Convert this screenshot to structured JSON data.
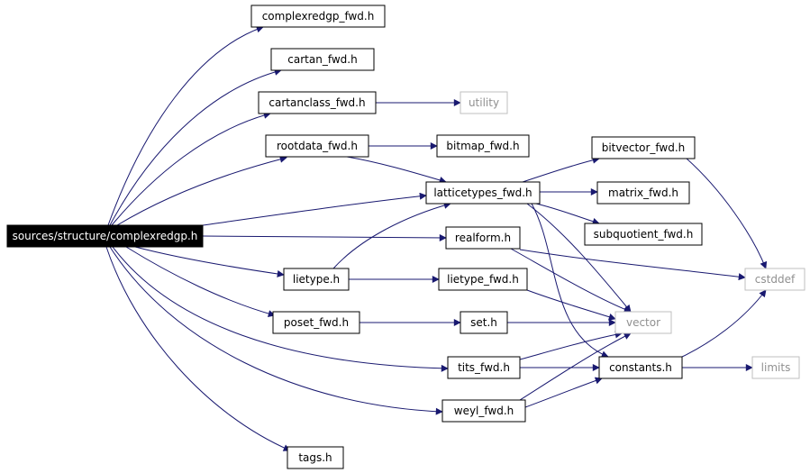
{
  "graph": {
    "root": "sources/structure/complexredgp.h",
    "nodes": [
      {
        "id": "complexredgp",
        "label": "sources/structure/complexredgp.h",
        "kind": "root"
      },
      {
        "id": "complexredgp_fwd",
        "label": "complexredgp_fwd.h",
        "kind": "file"
      },
      {
        "id": "cartan_fwd",
        "label": "cartan_fwd.h",
        "kind": "file"
      },
      {
        "id": "cartanclass_fwd",
        "label": "cartanclass_fwd.h",
        "kind": "file"
      },
      {
        "id": "utility",
        "label": "utility",
        "kind": "external"
      },
      {
        "id": "rootdata_fwd",
        "label": "rootdata_fwd.h",
        "kind": "file"
      },
      {
        "id": "bitmap_fwd",
        "label": "bitmap_fwd.h",
        "kind": "file"
      },
      {
        "id": "bitvector_fwd",
        "label": "bitvector_fwd.h",
        "kind": "file"
      },
      {
        "id": "latticetypes_fwd",
        "label": "latticetypes_fwd.h",
        "kind": "file"
      },
      {
        "id": "matrix_fwd",
        "label": "matrix_fwd.h",
        "kind": "file"
      },
      {
        "id": "subquotient_fwd",
        "label": "subquotient_fwd.h",
        "kind": "file"
      },
      {
        "id": "realform",
        "label": "realform.h",
        "kind": "file"
      },
      {
        "id": "cstddef",
        "label": "cstddef",
        "kind": "external"
      },
      {
        "id": "lietype",
        "label": "lietype.h",
        "kind": "file"
      },
      {
        "id": "lietype_fwd",
        "label": "lietype_fwd.h",
        "kind": "file"
      },
      {
        "id": "poset_fwd",
        "label": "poset_fwd.h",
        "kind": "file"
      },
      {
        "id": "set",
        "label": "set.h",
        "kind": "file"
      },
      {
        "id": "vector",
        "label": "vector",
        "kind": "external"
      },
      {
        "id": "tits_fwd",
        "label": "tits_fwd.h",
        "kind": "file"
      },
      {
        "id": "constants",
        "label": "constants.h",
        "kind": "file"
      },
      {
        "id": "limits",
        "label": "limits",
        "kind": "external"
      },
      {
        "id": "weyl_fwd",
        "label": "weyl_fwd.h",
        "kind": "file"
      },
      {
        "id": "tags",
        "label": "tags.h",
        "kind": "file"
      }
    ],
    "edges": [
      {
        "from": "complexredgp",
        "to": "complexredgp_fwd"
      },
      {
        "from": "complexredgp",
        "to": "cartan_fwd"
      },
      {
        "from": "complexredgp",
        "to": "cartanclass_fwd"
      },
      {
        "from": "complexredgp",
        "to": "rootdata_fwd"
      },
      {
        "from": "complexredgp",
        "to": "latticetypes_fwd"
      },
      {
        "from": "complexredgp",
        "to": "realform"
      },
      {
        "from": "complexredgp",
        "to": "lietype"
      },
      {
        "from": "complexredgp",
        "to": "poset_fwd"
      },
      {
        "from": "complexredgp",
        "to": "tits_fwd"
      },
      {
        "from": "complexredgp",
        "to": "weyl_fwd"
      },
      {
        "from": "complexredgp",
        "to": "tags"
      },
      {
        "from": "cartanclass_fwd",
        "to": "utility"
      },
      {
        "from": "rootdata_fwd",
        "to": "bitmap_fwd"
      },
      {
        "from": "rootdata_fwd",
        "to": "latticetypes_fwd"
      },
      {
        "from": "latticetypes_fwd",
        "to": "bitvector_fwd"
      },
      {
        "from": "latticetypes_fwd",
        "to": "matrix_fwd"
      },
      {
        "from": "latticetypes_fwd",
        "to": "subquotient_fwd"
      },
      {
        "from": "latticetypes_fwd",
        "to": "vector"
      },
      {
        "from": "latticetypes_fwd",
        "to": "constants"
      },
      {
        "from": "bitvector_fwd",
        "to": "cstddef"
      },
      {
        "from": "realform",
        "to": "cstddef"
      },
      {
        "from": "realform",
        "to": "vector"
      },
      {
        "from": "lietype",
        "to": "latticetypes_fwd"
      },
      {
        "from": "lietype",
        "to": "lietype_fwd"
      },
      {
        "from": "lietype_fwd",
        "to": "vector"
      },
      {
        "from": "poset_fwd",
        "to": "set"
      },
      {
        "from": "set",
        "to": "vector"
      },
      {
        "from": "tits_fwd",
        "to": "vector"
      },
      {
        "from": "tits_fwd",
        "to": "constants"
      },
      {
        "from": "constants",
        "to": "limits"
      },
      {
        "from": "constants",
        "to": "cstddef"
      },
      {
        "from": "weyl_fwd",
        "to": "vector"
      },
      {
        "from": "weyl_fwd",
        "to": "constants"
      }
    ],
    "colors": {
      "edge": "#191970",
      "node_border": "#000000",
      "external_border": "#bfbfbf",
      "external_text": "#909090",
      "root_fill": "#000000",
      "root_text": "#ffffff"
    }
  }
}
